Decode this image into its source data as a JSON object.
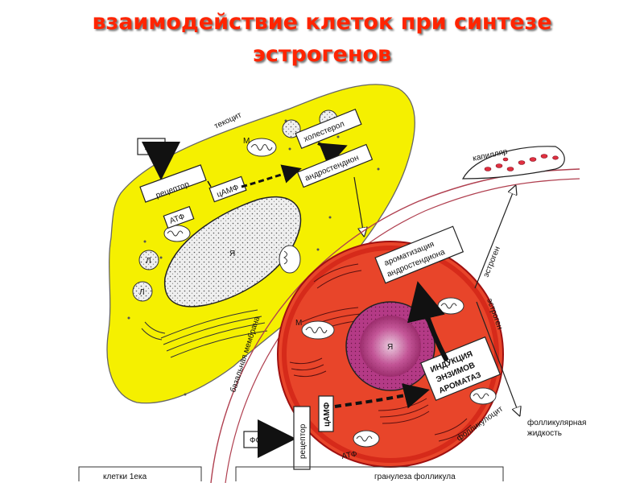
{
  "title": {
    "line1": "взаимодействие клеток при синтезе",
    "line2": "эстрогенов"
  },
  "labels": {
    "lg": "ЛГ",
    "thecocyte": "текоцит",
    "receptor_theca": "рецептор",
    "camp_theca": "цАМФ",
    "atf_theca": "АТФ",
    "m_theca": "М",
    "cholesterol": "холестерол",
    "androstenedione": "андростендион",
    "nucleus_theca": "Я",
    "l1": "Л",
    "l2": "Л",
    "capillary": "капилляр",
    "aromatization": [
      "ароматизация",
      "андростендиона"
    ],
    "estrogen_up": "эстроген",
    "estrogen_down": "эстроген",
    "basement_membrane": "базальная мембрана",
    "m_granulosa": "М",
    "nucleus_granulosa": "Я",
    "induction": [
      "ИНДУКЦИЯ",
      "ЭНЗИМОВ",
      "АРОМАТАЗ"
    ],
    "follicular_fluid": [
      "фолликулярная",
      "жидкость"
    ],
    "fsh": "ФСГ",
    "receptor_granulosa": "рецептор",
    "camp_granulosa": "цАМФ",
    "atf_granulosa": "АТФ",
    "follicle_cell": "фолликулоцит",
    "theca_cells": "клетки 1ека",
    "granulosa": "гранулеза фолликула"
  },
  "colors": {
    "title": "#ff2400",
    "theca_cytoplasm": "#f5f000",
    "granulosa_cytoplasm": "#e8452a",
    "granulosa_rim": "#d62a1a",
    "nucleus_granulosa": "#b0307a"
  }
}
